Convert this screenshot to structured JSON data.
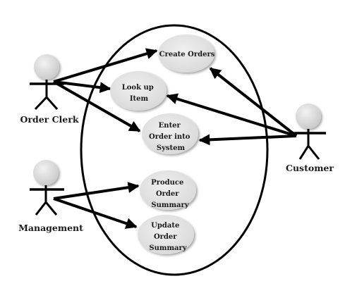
{
  "diagram": {
    "type": "use-case",
    "actors": [
      {
        "id": "clerk",
        "label": "Order Clerk"
      },
      {
        "id": "management",
        "label": "Management"
      },
      {
        "id": "customer",
        "label": "Customer"
      }
    ],
    "use_cases": [
      {
        "id": "create",
        "lines": [
          "Create Orders"
        ]
      },
      {
        "id": "lookup",
        "lines": [
          "Look up",
          "Item"
        ]
      },
      {
        "id": "enter",
        "lines": [
          "Enter",
          "Order into",
          "System"
        ]
      },
      {
        "id": "produce",
        "lines": [
          "Produce",
          "Order",
          "Summary"
        ]
      },
      {
        "id": "update",
        "lines": [
          "Update",
          "Order",
          "Summary"
        ]
      }
    ],
    "associations": [
      {
        "from": "clerk",
        "to": "create"
      },
      {
        "from": "clerk",
        "to": "lookup"
      },
      {
        "from": "clerk",
        "to": "enter"
      },
      {
        "from": "management",
        "to": "produce"
      },
      {
        "from": "management",
        "to": "update"
      },
      {
        "from": "customer",
        "to": "create"
      },
      {
        "from": "customer",
        "to": "lookup"
      },
      {
        "from": "customer",
        "to": "enter"
      }
    ],
    "colors": {
      "stroke": "#000000",
      "use_case_fill": "#e6e6e6",
      "head_fill": "#d9d9d9",
      "text": "#1a1a1a"
    }
  }
}
